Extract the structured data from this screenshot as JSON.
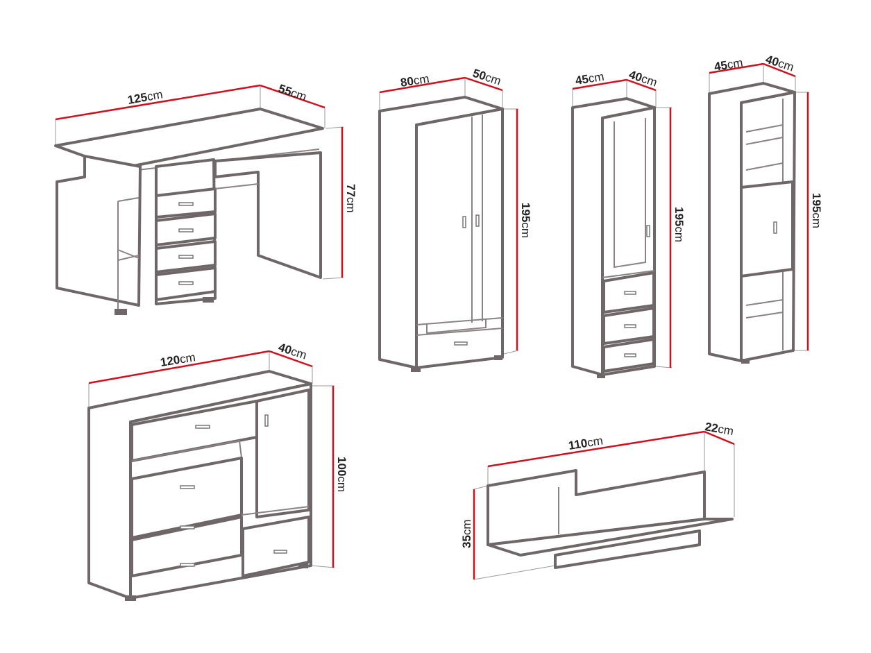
{
  "unit": "cm",
  "colors": {
    "dimension_line": "#d0101c",
    "outline": "#6f6767"
  },
  "pieces": {
    "desk": {
      "width": "125",
      "depth": "55",
      "height": "77"
    },
    "wardrobe": {
      "width": "80",
      "depth": "50",
      "height": "195"
    },
    "tall_cabinet_drawers": {
      "width": "45",
      "depth": "40",
      "height": "195"
    },
    "tall_cabinet_shelves": {
      "width": "45",
      "depth": "40",
      "height": "195"
    },
    "chest_of_drawers": {
      "width": "120",
      "depth": "40",
      "height": "100"
    },
    "wall_shelf": {
      "width": "110",
      "depth": "22",
      "height": "35"
    }
  }
}
